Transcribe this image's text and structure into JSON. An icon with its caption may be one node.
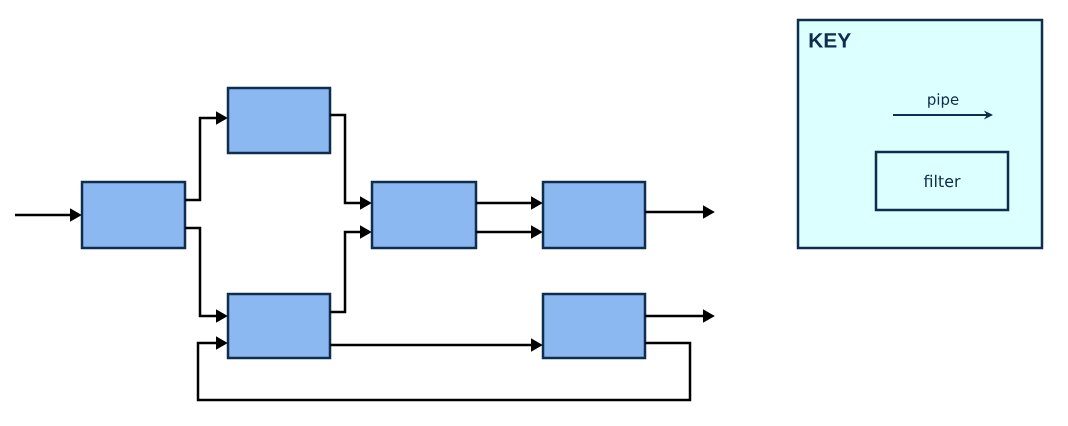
{
  "diagram": {
    "nodes": [
      {
        "text": [],
        "shape": "box"
      },
      {
        "text": [],
        "shape": "box"
      },
      {
        "text": [],
        "shape": "box"
      },
      {
        "text": [],
        "shape": "box"
      },
      {
        "text": [],
        "shape": "box"
      },
      {
        "text": [],
        "shape": "box"
      },
      {
        "text": [
          "KEY"
        ]
      },
      {
        "text": [
          "filter"
        ],
        "in": 6
      }
    ],
    "edges": [
      {
        "from": null,
        "to": 0,
        "arrow": "to"
      },
      {
        "from": 0,
        "to": 1,
        "arrow": "to"
      },
      {
        "from": 0,
        "to": 2,
        "arrow": "to"
      },
      {
        "from": 1,
        "to": 3,
        "arrow": "to"
      },
      {
        "from": 2,
        "to": 3,
        "arrow": "to"
      },
      {
        "from": 3,
        "to": 4,
        "arrow": "to"
      },
      {
        "from": 3,
        "to": 4,
        "arrow": "to"
      },
      {
        "from": 4,
        "to": null,
        "arrow": "to"
      },
      {
        "from": 2,
        "to": 5,
        "arrow": "to"
      },
      {
        "from": 5,
        "to": null,
        "arrow": "to"
      },
      {
        "from": 5,
        "to": 2,
        "arrow": "to"
      }
    ],
    "legend": [
      {
        "text": "pipe"
      }
    ]
  }
}
